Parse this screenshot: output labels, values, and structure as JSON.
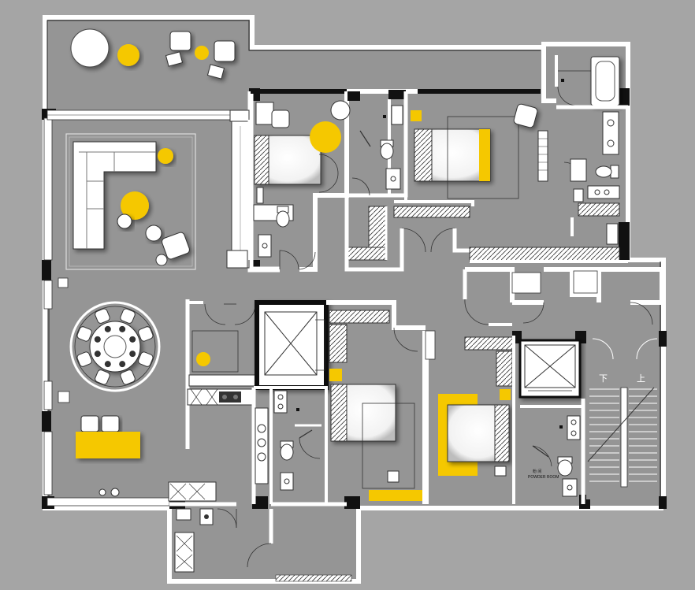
{
  "stair_labels": {
    "down": "下",
    "up": "上"
  },
  "room_labels": {
    "powder_room_cn": "粉 间",
    "powder_room_en": "POWDER ROOM"
  },
  "colors": {
    "background": "#a5a5a5",
    "floor": "#959595",
    "wall": "#ffffff",
    "wall_dark": "#111111",
    "accent": "#f5c800",
    "furniture": "#ffffff",
    "line": "#333333"
  },
  "icons": [
    "sofa-icon",
    "round-table-icon",
    "armchair-icon",
    "bed-icon",
    "toilet-icon",
    "bathtub-icon",
    "sink-icon",
    "elevator-icon",
    "staircase-icon",
    "door-swing-icon",
    "wardrobe-icon",
    "stove-icon",
    "washing-machine-icon"
  ]
}
